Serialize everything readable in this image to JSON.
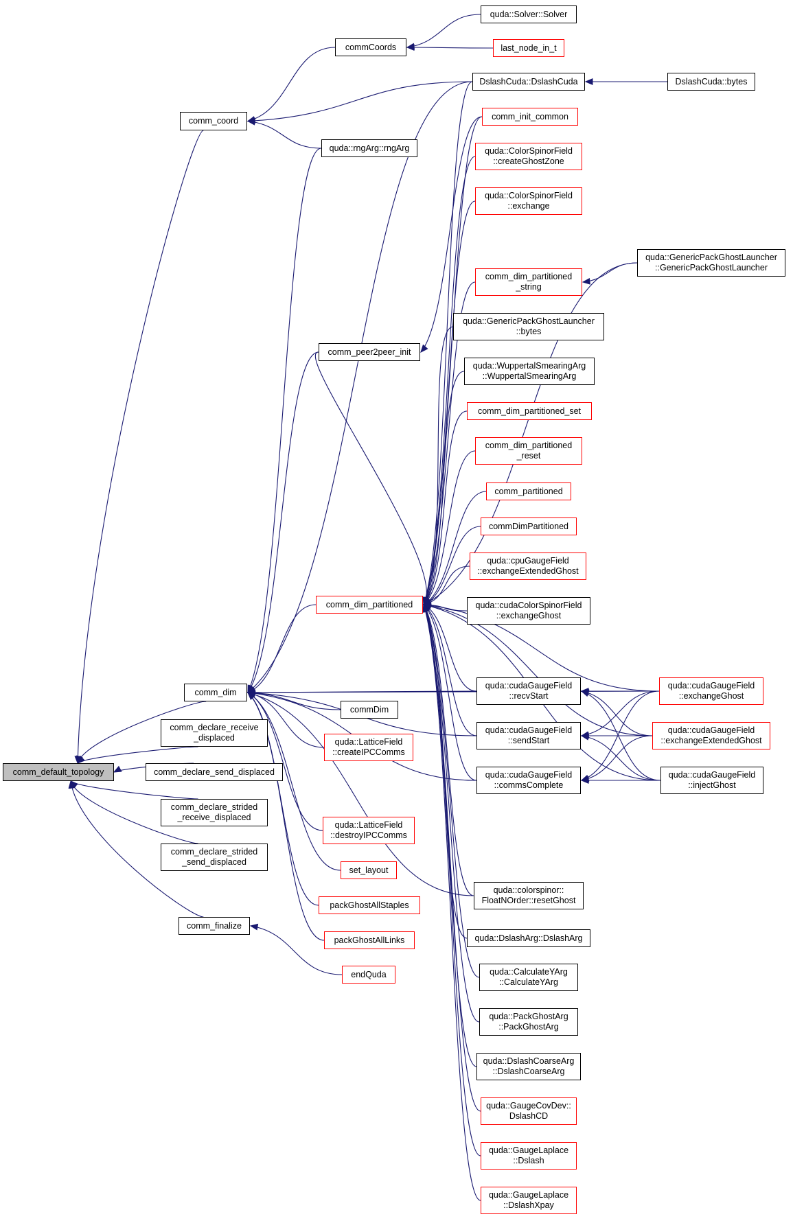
{
  "colors": {
    "edge": "#191970",
    "black_border": "#000000",
    "red_border": "#ff0000",
    "root_fill": "#bfbfbf"
  },
  "nodes": {
    "comm_default_topology": {
      "label": "comm_default_topology",
      "border": "black",
      "root": true
    },
    "comm_coord": {
      "label": "comm_coord",
      "border": "black"
    },
    "comm_dim": {
      "label": "comm_dim",
      "border": "black"
    },
    "comm_declare_receive_displaced": {
      "label": "comm_declare_receive\n_displaced",
      "border": "black"
    },
    "comm_declare_send_displaced": {
      "label": "comm_declare_send_displaced",
      "border": "black"
    },
    "comm_declare_strided_receive_displaced": {
      "label": "comm_declare_strided\n_receive_displaced",
      "border": "black"
    },
    "comm_declare_strided_send_displaced": {
      "label": "comm_declare_strided\n_send_displaced",
      "border": "black"
    },
    "comm_finalize": {
      "label": "comm_finalize",
      "border": "black"
    },
    "commCoords": {
      "label": "commCoords",
      "border": "black"
    },
    "rngArg": {
      "label": "quda::rngArg::rngArg",
      "border": "black"
    },
    "comm_peer2peer_init": {
      "label": "comm_peer2peer_init",
      "border": "black"
    },
    "comm_dim_partitioned": {
      "label": "comm_dim_partitioned",
      "border": "red"
    },
    "commDim": {
      "label": "commDim",
      "border": "black"
    },
    "createIPCComms": {
      "label": "quda::LatticeField\n::createIPCComms",
      "border": "red"
    },
    "destroyIPCComms": {
      "label": "quda::LatticeField\n::destroyIPCComms",
      "border": "red"
    },
    "set_layout": {
      "label": "set_layout",
      "border": "red"
    },
    "packGhostAllStaples": {
      "label": "packGhostAllStaples",
      "border": "red"
    },
    "packGhostAllLinks": {
      "label": "packGhostAllLinks",
      "border": "red"
    },
    "endQuda": {
      "label": "endQuda",
      "border": "red"
    },
    "Solver": {
      "label": "quda::Solver::Solver",
      "border": "black"
    },
    "last_node_in_t": {
      "label": "last_node_in_t",
      "border": "red"
    },
    "DslashCuda": {
      "label": "DslashCuda::DslashCuda",
      "border": "black"
    },
    "DslashCuda_bytes": {
      "label": "DslashCuda::bytes",
      "border": "black"
    },
    "comm_init_common": {
      "label": "comm_init_common",
      "border": "red"
    },
    "createGhostZone": {
      "label": "quda::ColorSpinorField\n::createGhostZone",
      "border": "red"
    },
    "csf_exchange": {
      "label": "quda::ColorSpinorField\n::exchange",
      "border": "red"
    },
    "GPGL": {
      "label": "quda::GenericPackGhostLauncher\n::GenericPackGhostLauncher",
      "border": "black"
    },
    "cdp_string": {
      "label": "comm_dim_partitioned\n_string",
      "border": "red"
    },
    "GPGL_bytes": {
      "label": "quda::GenericPackGhostLauncher\n::bytes",
      "border": "black"
    },
    "Wuppertal": {
      "label": "quda::WuppertalSmearingArg\n::WuppertalSmearingArg",
      "border": "black"
    },
    "cdp_set": {
      "label": "comm_dim_partitioned_set",
      "border": "red"
    },
    "cdp_reset": {
      "label": "comm_dim_partitioned\n_reset",
      "border": "red"
    },
    "comm_partitioned": {
      "label": "comm_partitioned",
      "border": "red"
    },
    "commDimPartitioned": {
      "label": "commDimPartitioned",
      "border": "red"
    },
    "cpuGF_exchExt": {
      "label": "quda::cpuGaugeField\n::exchangeExtendedGhost",
      "border": "red"
    },
    "cudaCSF_exchGhost": {
      "label": "quda::cudaColorSpinorField\n::exchangeGhost",
      "border": "black"
    },
    "recvStart": {
      "label": "quda::cudaGaugeField\n::recvStart",
      "border": "black"
    },
    "sendStart": {
      "label": "quda::cudaGaugeField\n::sendStart",
      "border": "black"
    },
    "commsComplete": {
      "label": "quda::cudaGaugeField\n::commsComplete",
      "border": "black"
    },
    "cudaGF_exchGhost": {
      "label": "quda::cudaGaugeField\n::exchangeGhost",
      "border": "red"
    },
    "cudaGF_exchExt": {
      "label": "quda::cudaGaugeField\n::exchangeExtendedGhost",
      "border": "red"
    },
    "injectGhost": {
      "label": "quda::cudaGaugeField\n::injectGhost",
      "border": "black"
    },
    "resetGhost": {
      "label": "quda::colorspinor::\nFloatNOrder::resetGhost",
      "border": "black"
    },
    "DslashArg": {
      "label": "quda::DslashArg::DslashArg",
      "border": "black"
    },
    "CalculateYArg": {
      "label": "quda::CalculateYArg\n::CalculateYArg",
      "border": "black"
    },
    "PackGhostArg": {
      "label": "quda::PackGhostArg\n::PackGhostArg",
      "border": "black"
    },
    "DslashCoarseArg": {
      "label": "quda::DslashCoarseArg\n::DslashCoarseArg",
      "border": "black"
    },
    "DslashCD": {
      "label": "quda::GaugeCovDev::\nDslashCD",
      "border": "red"
    },
    "GL_Dslash": {
      "label": "quda::GaugeLaplace\n::Dslash",
      "border": "red"
    },
    "GL_DslashXpay": {
      "label": "quda::GaugeLaplace\n::DslashXpay",
      "border": "red"
    }
  },
  "edges": [
    [
      "comm_default_topology",
      "comm_coord"
    ],
    [
      "comm_default_topology",
      "comm_dim"
    ],
    [
      "comm_default_topology",
      "comm_declare_receive_displaced"
    ],
    [
      "comm_default_topology",
      "comm_declare_send_displaced"
    ],
    [
      "comm_default_topology",
      "comm_declare_strided_receive_displaced"
    ],
    [
      "comm_default_topology",
      "comm_declare_strided_send_displaced"
    ],
    [
      "comm_default_topology",
      "comm_finalize"
    ],
    [
      "comm_coord",
      "commCoords"
    ],
    [
      "comm_coord",
      "DslashCuda"
    ],
    [
      "comm_coord",
      "rngArg"
    ],
    [
      "commCoords",
      "Solver"
    ],
    [
      "commCoords",
      "last_node_in_t"
    ],
    [
      "DslashCuda",
      "DslashCuda_bytes"
    ],
    [
      "comm_finalize",
      "endQuda"
    ],
    [
      "cdp_string",
      "GPGL"
    ],
    [
      "comm_peer2peer_init",
      "comm_init_common"
    ],
    [
      "comm_dim",
      "rngArg"
    ],
    [
      "comm_dim",
      "comm_peer2peer_init"
    ],
    [
      "comm_dim",
      "DslashCuda"
    ],
    [
      "comm_dim",
      "comm_dim_partitioned"
    ],
    [
      "comm_dim",
      "commDim"
    ],
    [
      "comm_dim",
      "createIPCComms"
    ],
    [
      "comm_dim",
      "destroyIPCComms"
    ],
    [
      "comm_dim",
      "set_layout"
    ],
    [
      "comm_dim",
      "packGhostAllStaples"
    ],
    [
      "comm_dim",
      "packGhostAllLinks"
    ],
    [
      "comm_dim",
      "commsComplete"
    ],
    [
      "comm_dim",
      "recvStart"
    ],
    [
      "comm_dim",
      "sendStart"
    ],
    [
      "comm_dim",
      "cudaGF_exchGhost"
    ],
    [
      "comm_dim",
      "resetGhost"
    ],
    [
      "comm_dim_partitioned",
      "comm_peer2peer_init"
    ],
    [
      "comm_dim_partitioned",
      "DslashCuda"
    ],
    [
      "comm_dim_partitioned",
      "comm_init_common"
    ],
    [
      "comm_dim_partitioned",
      "createGhostZone"
    ],
    [
      "comm_dim_partitioned",
      "csf_exchange"
    ],
    [
      "comm_dim_partitioned",
      "GPGL"
    ],
    [
      "comm_dim_partitioned",
      "cdp_string"
    ],
    [
      "comm_dim_partitioned",
      "GPGL_bytes"
    ],
    [
      "comm_dim_partitioned",
      "Wuppertal"
    ],
    [
      "comm_dim_partitioned",
      "cdp_set"
    ],
    [
      "comm_dim_partitioned",
      "cdp_reset"
    ],
    [
      "comm_dim_partitioned",
      "comm_partitioned"
    ],
    [
      "comm_dim_partitioned",
      "commDimPartitioned"
    ],
    [
      "comm_dim_partitioned",
      "cpuGF_exchExt"
    ],
    [
      "comm_dim_partitioned",
      "cudaCSF_exchGhost"
    ],
    [
      "comm_dim_partitioned",
      "recvStart"
    ],
    [
      "comm_dim_partitioned",
      "sendStart"
    ],
    [
      "comm_dim_partitioned",
      "commsComplete"
    ],
    [
      "comm_dim_partitioned",
      "cudaGF_exchGhost"
    ],
    [
      "comm_dim_partitioned",
      "cudaGF_exchExt"
    ],
    [
      "comm_dim_partitioned",
      "injectGhost"
    ],
    [
      "comm_dim_partitioned",
      "resetGhost"
    ],
    [
      "comm_dim_partitioned",
      "DslashArg"
    ],
    [
      "comm_dim_partitioned",
      "CalculateYArg"
    ],
    [
      "comm_dim_partitioned",
      "PackGhostArg"
    ],
    [
      "comm_dim_partitioned",
      "DslashCoarseArg"
    ],
    [
      "comm_dim_partitioned",
      "DslashCD"
    ],
    [
      "comm_dim_partitioned",
      "GL_Dslash"
    ],
    [
      "comm_dim_partitioned",
      "GL_DslashXpay"
    ],
    [
      "recvStart",
      "cudaGF_exchGhost"
    ],
    [
      "recvStart",
      "cudaGF_exchExt"
    ],
    [
      "recvStart",
      "injectGhost"
    ],
    [
      "sendStart",
      "cudaGF_exchGhost"
    ],
    [
      "sendStart",
      "cudaGF_exchExt"
    ],
    [
      "sendStart",
      "injectGhost"
    ],
    [
      "commsComplete",
      "cudaGF_exchGhost"
    ],
    [
      "commsComplete",
      "cudaGF_exchExt"
    ],
    [
      "commsComplete",
      "injectGhost"
    ]
  ]
}
